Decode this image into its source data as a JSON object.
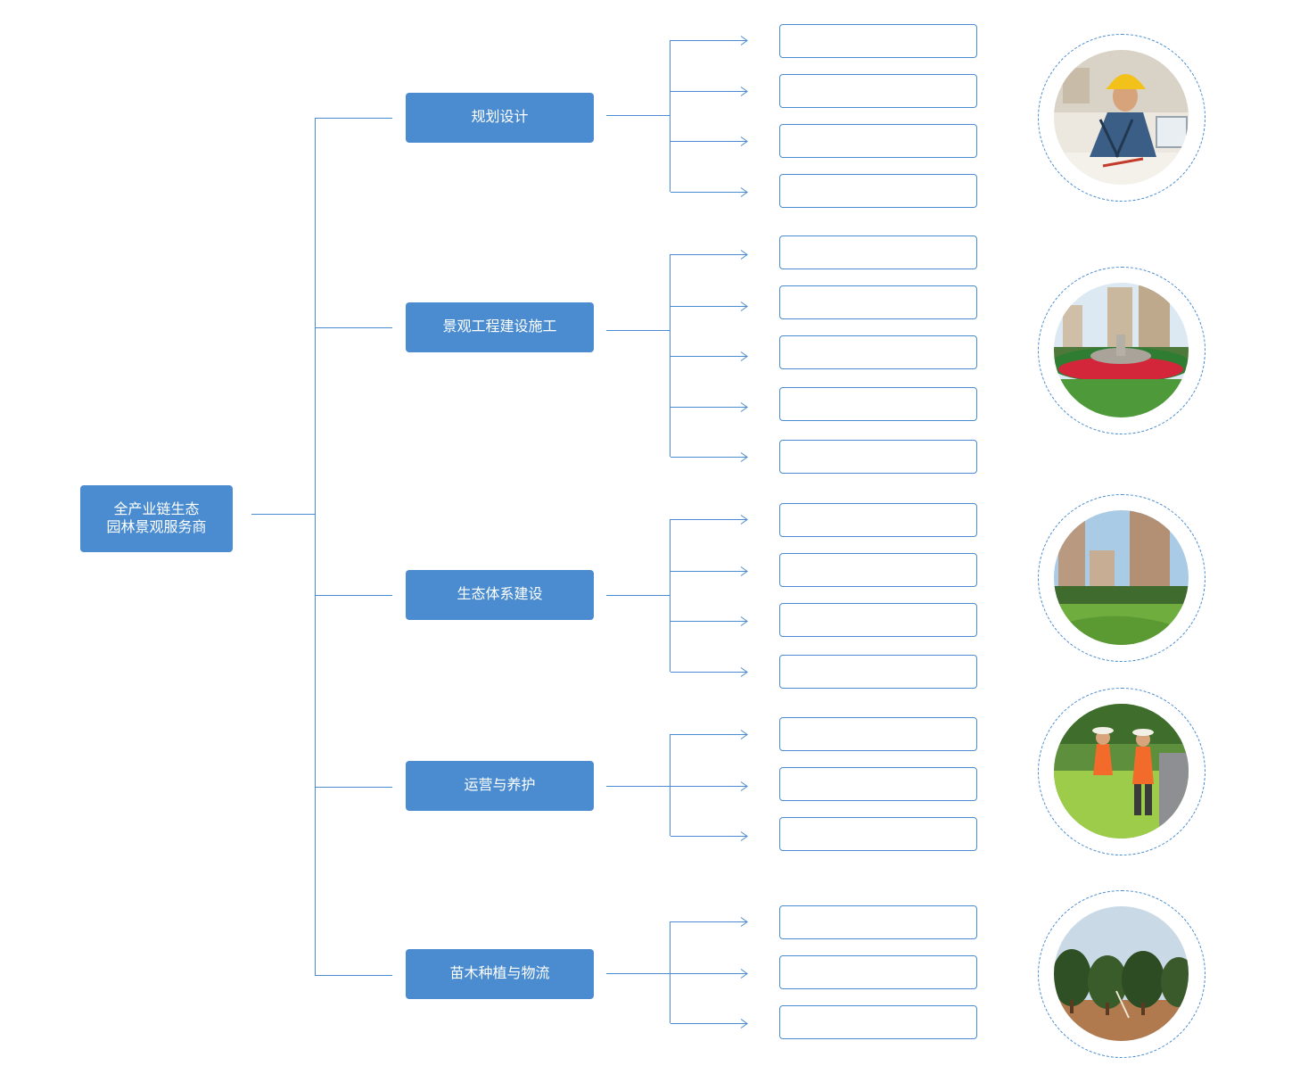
{
  "colors": {
    "accent": "#4a8ccf",
    "line": "#4a8ccf",
    "background": "#ffffff"
  },
  "root": {
    "line1": "全产业链生态",
    "line2": "园林景观服务商"
  },
  "categories": [
    {
      "label": "规划设计",
      "item_count": 4,
      "photo_icon": "engineer-photo-icon"
    },
    {
      "label": "景观工程建设施工",
      "item_count": 5,
      "photo_icon": "fountain-garden-photo-icon"
    },
    {
      "label": "生态体系建设",
      "item_count": 4,
      "photo_icon": "residential-lawn-photo-icon"
    },
    {
      "label": "运营与养护",
      "item_count": 3,
      "photo_icon": "gardeners-trimming-photo-icon"
    },
    {
      "label": "苗木种植与物流",
      "item_count": 3,
      "photo_icon": "nursery-trees-photo-icon"
    }
  ]
}
